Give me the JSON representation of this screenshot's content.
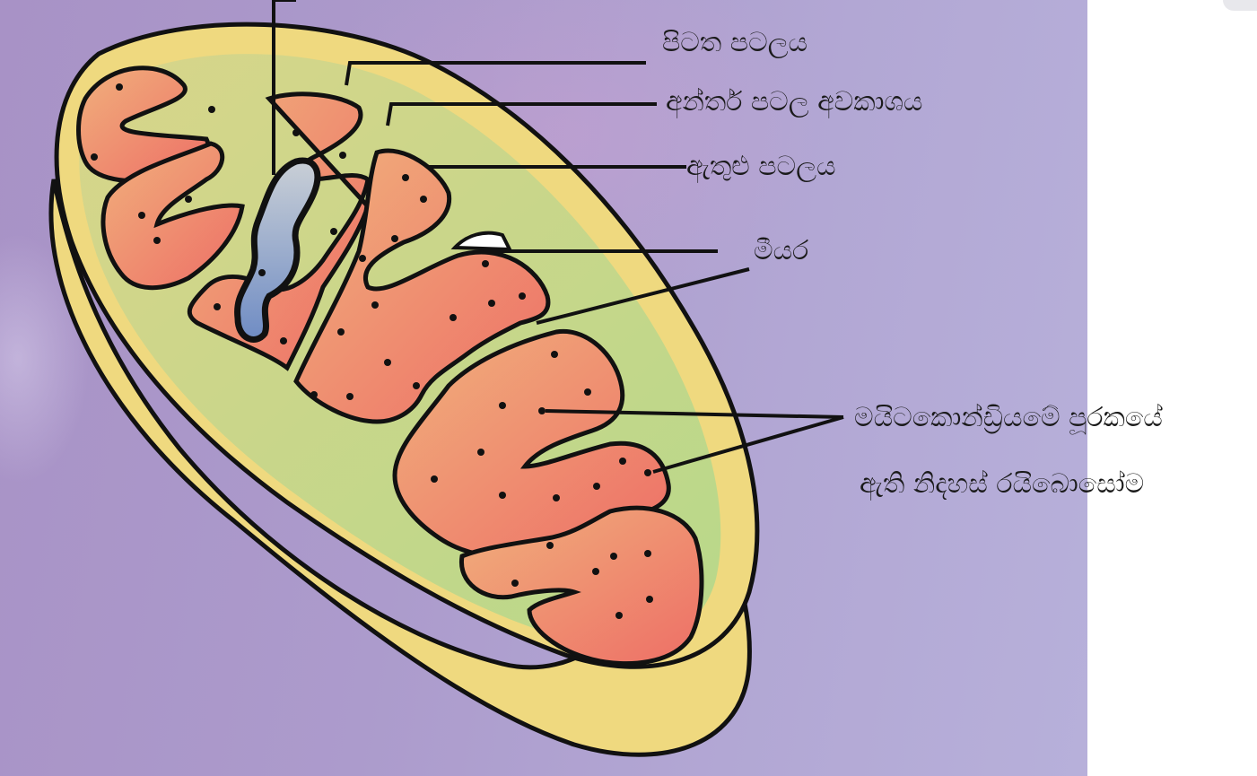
{
  "colors": {
    "background": "#ab98ca",
    "outer_membrane_fill": "#efd97f",
    "intermembrane_space": "#c9dc8c",
    "matrix_light": "#f0b07c",
    "matrix_dark": "#ee6f66",
    "dna": "#6f8cc4",
    "outline": "#111111"
  },
  "labels": {
    "outer_membrane": "පිටත පටලය",
    "intermembrane_space": "අන්තර් පටල අවකාශය",
    "inner_membrane": "ඇතුළු පටලය",
    "matrix": "මීයර",
    "free_ribosomes_line1": "මයිටකොන්ඩ්‍රියමේ පූරකයේ",
    "free_ribosomes_line2": "ඇති නිදහස් රයිබොසෝම"
  }
}
